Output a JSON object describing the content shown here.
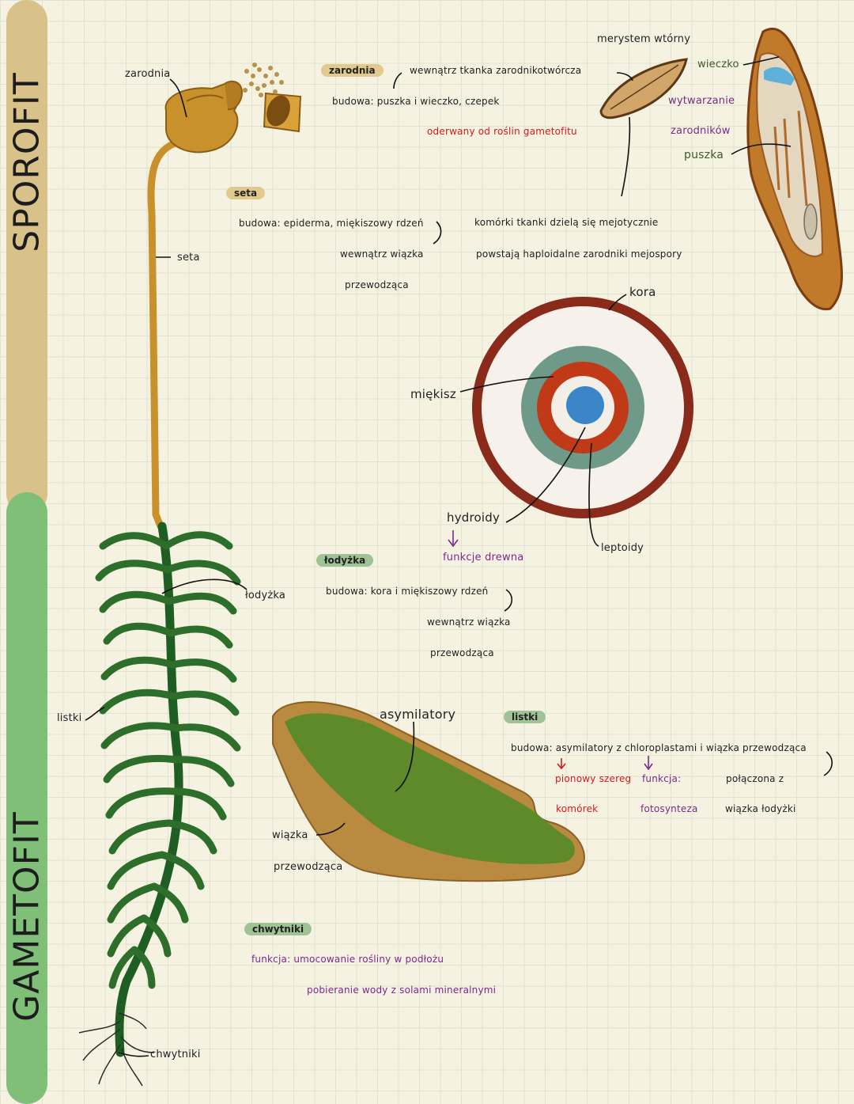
{
  "sections": {
    "sporofit": "SPOROFIT",
    "gametofit": "GAMETOFIT"
  },
  "colors": {
    "sporofit_bar": "#d9c18a",
    "gametofit_bar": "#7fbf77",
    "moss_green": "#2d6e2a",
    "seta_gold": "#c8912c",
    "label_purple": "#7a2a8c",
    "label_red": "#d01a1a"
  },
  "figure_labels": {
    "zarodnia_top": "zarodnia",
    "seta_side": "seta",
    "lodyzka_side": "łodyżka",
    "listki_side": "listki",
    "chwytniki_bottom": "chwytniki",
    "merystem": "merystem wtórny",
    "wieczko": "wieczko",
    "wytwarzanie": "wytwarzanie",
    "zarodnikow": "zarodników",
    "puszka": "puszka",
    "kora": "kora",
    "miekisz": "miękisz",
    "hydroidy": "hydroidy",
    "leptoidy": "leptoidy",
    "funkcje_drewna": "funkcje drewna",
    "asymilatory": "asymilatory",
    "wiazka": "wiązka",
    "przewodzaca": "przewodząca"
  },
  "zarodnia": {
    "chip": "zarodnia",
    "wewnatrz": "wewnątrz tkanka zarodnikotwórcza",
    "budowa": "budowa: puszka i wieczko, czepek",
    "oderwany": "oderwany od roślin gametofitu",
    "komorki": "komórki tkanki dzielą się mejotycznie",
    "powstaja": "powstają haploidalne zarodniki mejospory"
  },
  "seta": {
    "chip": "seta",
    "budowa": "budowa: epiderma, miękiszowy rdzeń",
    "wiazka": "wewnątrz wiązka",
    "przewodzaca": "przewodząca"
  },
  "lodyzka": {
    "chip": "łodyżka",
    "budowa": "budowa: kora i miękiszowy rdzeń",
    "wiazka": "wewnątrz wiązka",
    "przewodzaca": "przewodząca"
  },
  "listki": {
    "chip": "listki",
    "budowa": "budowa: asymilatory z chloroplastami i wiązka przewodząca",
    "pionowy": "pionowy szereg",
    "komorek": "komórek",
    "funkcja": "funkcja:",
    "fotosynteza": "fotosynteza",
    "polaczona": "połączona z",
    "wiazka_lodyzki": "wiązka łodyżki"
  },
  "chwytniki": {
    "chip": "chwytniki",
    "funkcja": "funkcja: umocowanie rośliny w podłożu",
    "pobieranie": "pobieranie wody z solami mineralnymi"
  }
}
